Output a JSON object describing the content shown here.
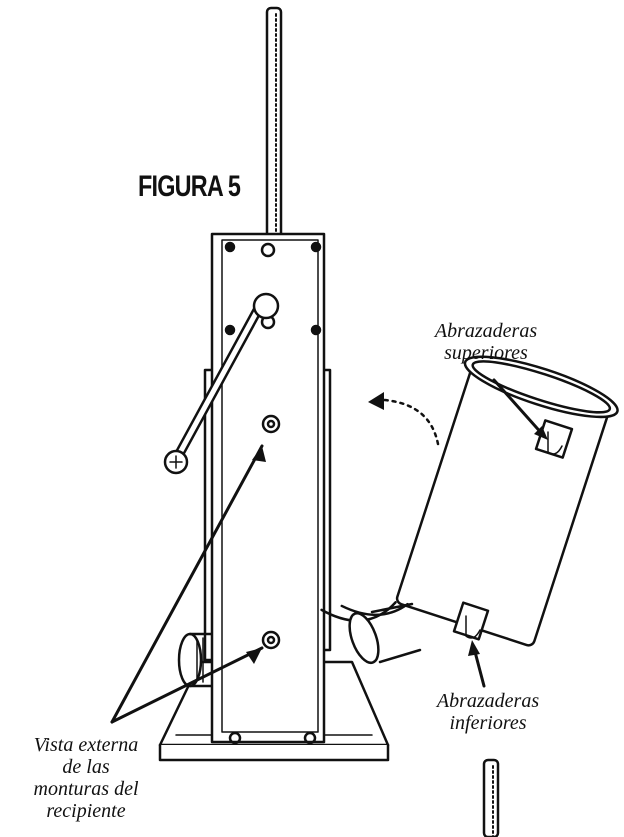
{
  "figure": {
    "title": "FIGURA 5"
  },
  "labels": {
    "upper_clamps": [
      "Abrazaderas",
      "superiores"
    ],
    "lower_clamps": [
      "Abrazaderas",
      "inferiores"
    ],
    "mounts": [
      "Vista externa",
      "de las",
      "monturas del",
      "recipiente"
    ]
  },
  "colors": {
    "line": "#111111",
    "background": "#ffffff"
  }
}
